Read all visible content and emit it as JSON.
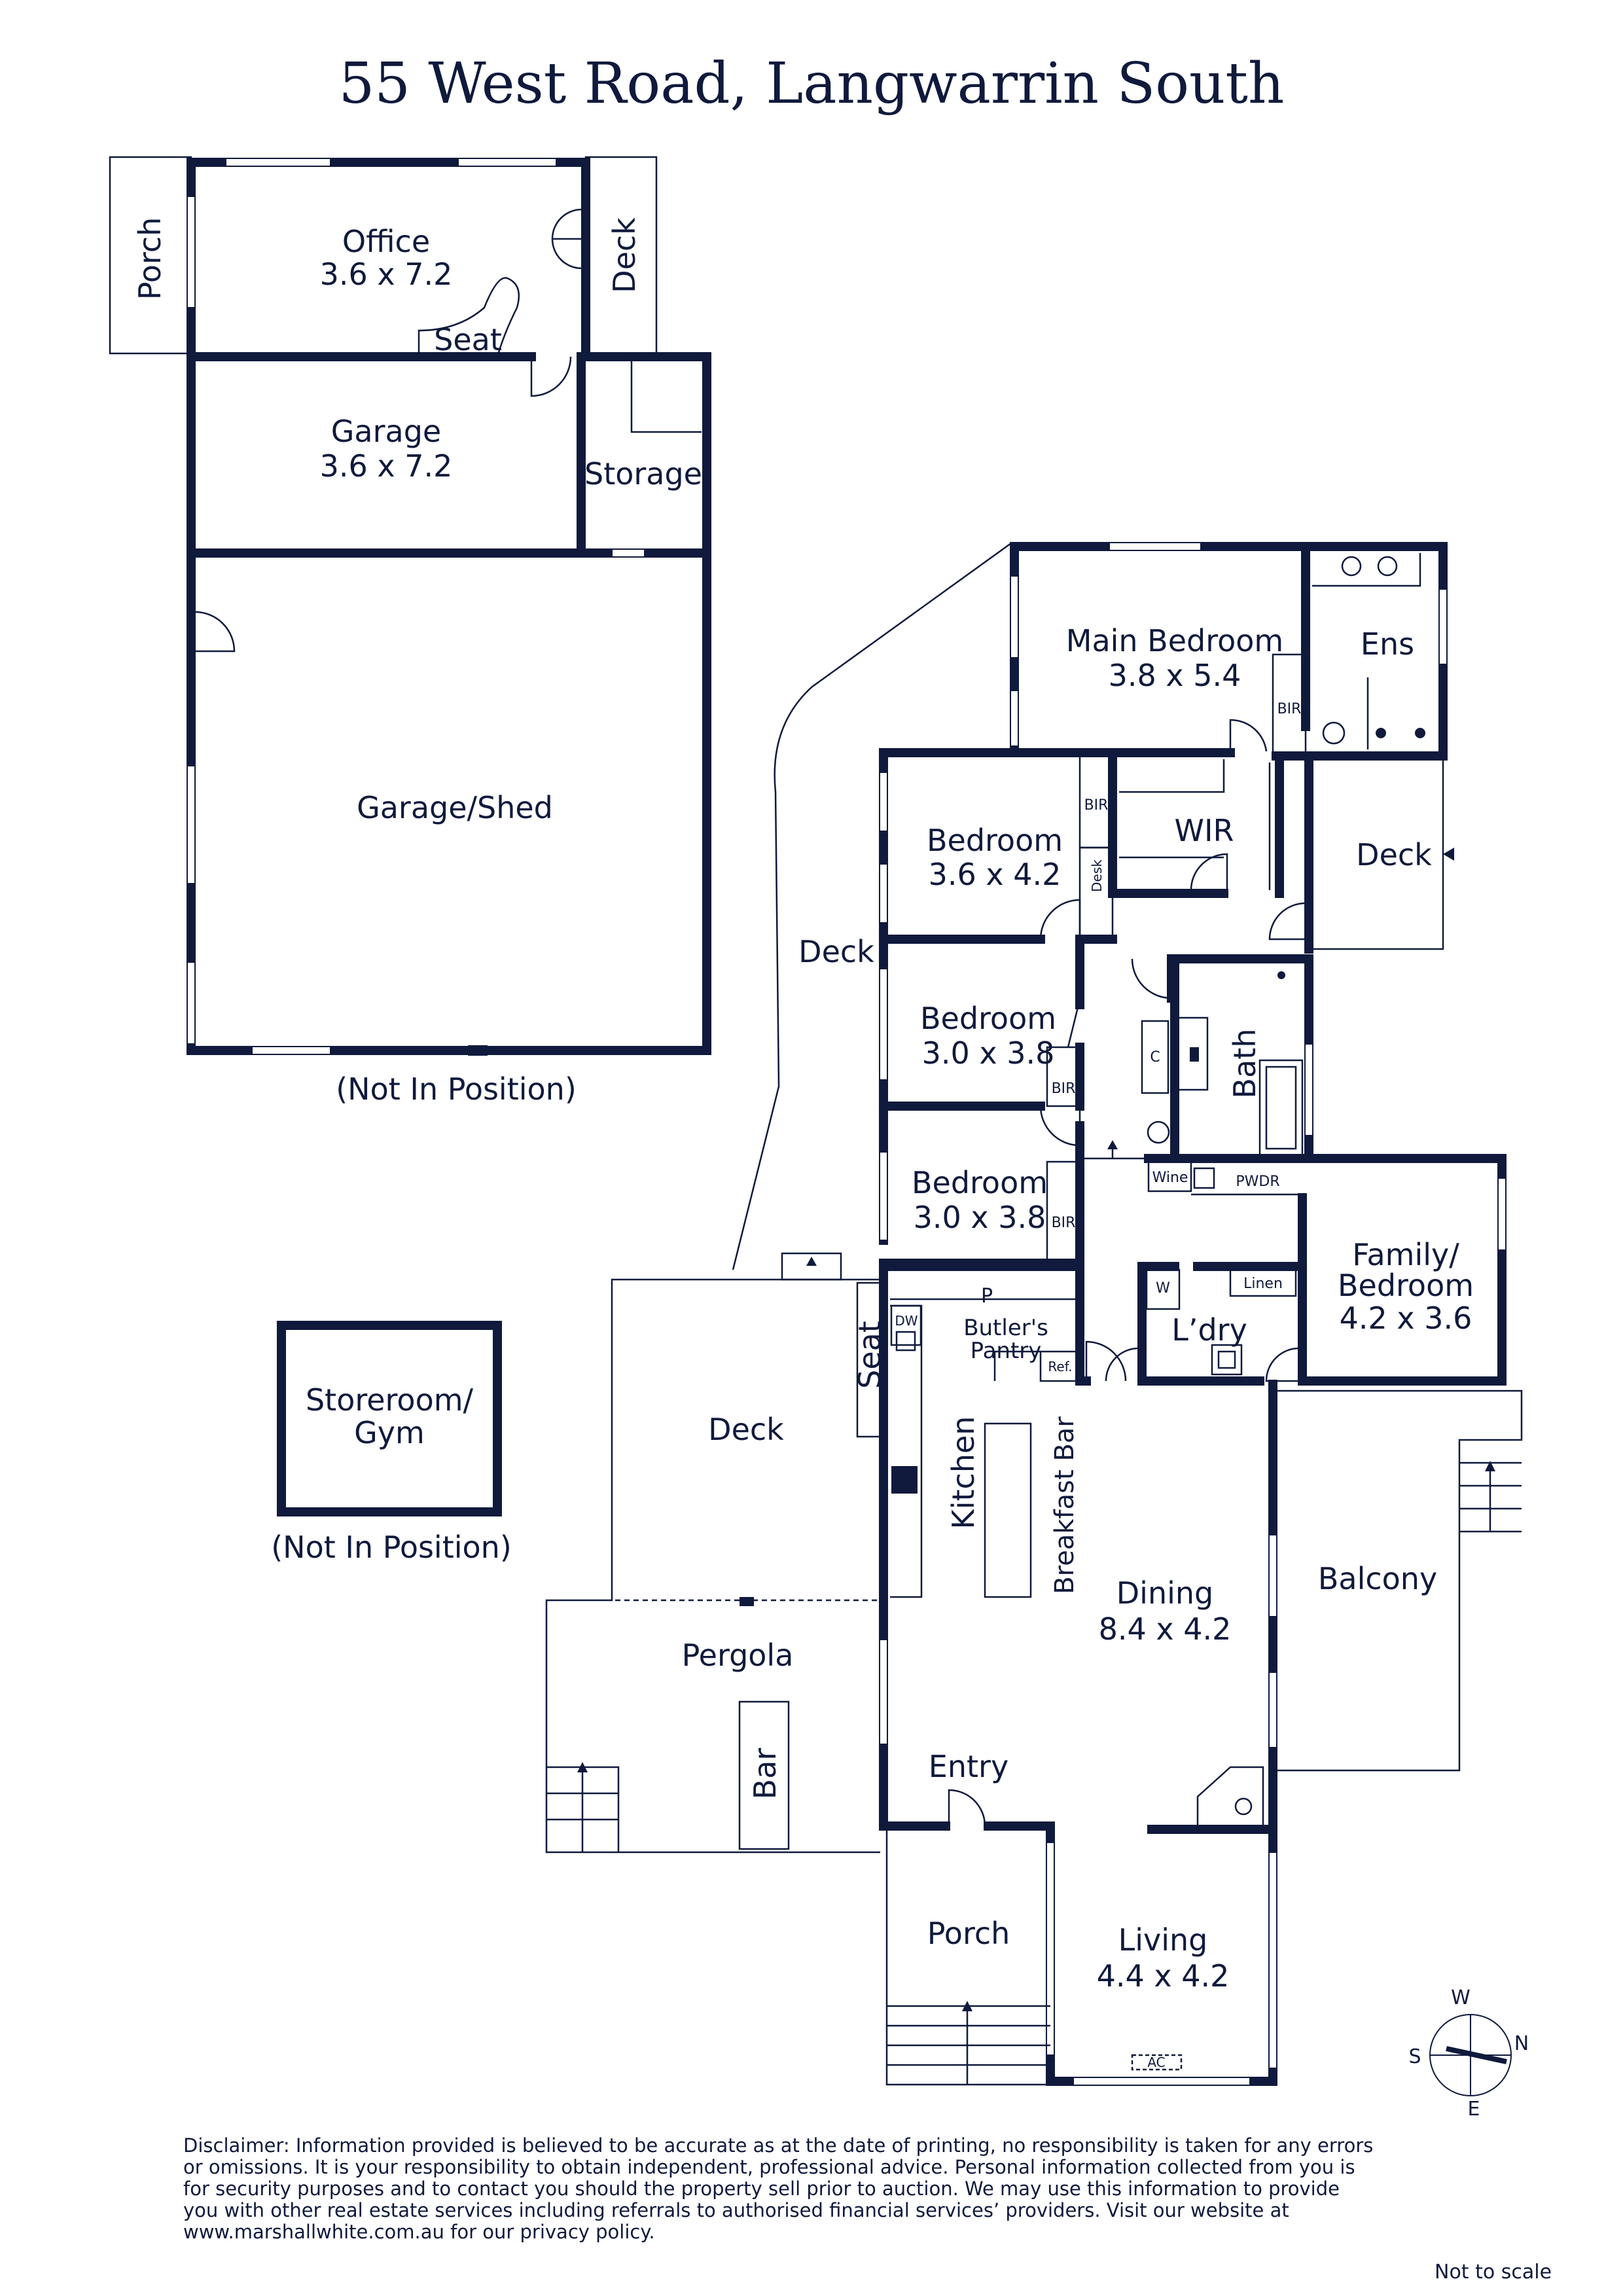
{
  "title": "55 West Road, Langwarrin South",
  "rooms": {
    "porch_top": "Porch",
    "office_name": "Office",
    "office_size": "3.6 x 7.2",
    "deck_top": "Deck",
    "seat_office": "Seat",
    "garage_name": "Garage",
    "garage_size": "3.6 x 7.2",
    "storage": "Storage",
    "garage_shed": "Garage/Shed",
    "not_in_position_1": "(Not In Position)",
    "main_bedroom_name": "Main Bedroom",
    "main_bedroom_size": "3.8 x 5.4",
    "ens": "Ens",
    "bir_main": "BIR",
    "bedroom1_name": "Bedroom",
    "bedroom1_size": "3.6 x 4.2",
    "bir_b1": "BIR",
    "desk": "Desk",
    "wir": "WIR",
    "deck_right": "Deck",
    "deck_side": "Deck",
    "bedroom2_name": "Bedroom",
    "bedroom2_size": "3.0 x 3.8",
    "bir_b2": "BIR",
    "bath": "Bath",
    "c": "C",
    "bedroom3_name": "Bedroom",
    "bedroom3_size": "3.0 x 3.8",
    "bir_b3": "BIR",
    "wine": "Wine",
    "pwdr": "PWDR",
    "family_name_1": "Family/",
    "family_name_2": "Bedroom",
    "family_size": "4.2 x 3.6",
    "p": "P",
    "butlers_1": "Butler's",
    "butlers_2": "Pantry",
    "dw": "DW",
    "ref": "Ref.",
    "w": "W",
    "linen": "Linen",
    "laundry": "L’dry",
    "seat_deck": "Seat",
    "deck_main": "Deck",
    "storeroom_1": "Storeroom/",
    "storeroom_2": "Gym",
    "not_in_position_2": "(Not In Position)",
    "kitchen": "Kitchen",
    "breakfast_bar": "Breakfast Bar",
    "dining_name": "Dining",
    "dining_size": "8.4 x 4.2",
    "balcony": "Balcony",
    "pergola": "Pergola",
    "bar": "Bar",
    "entry": "Entry",
    "porch_bottom": "Porch",
    "living_name": "Living",
    "living_size": "4.4 x 4.2",
    "ac": "AC"
  },
  "compass": {
    "w": "W",
    "s": "S",
    "n": "N",
    "e": "E"
  },
  "disclaimer": "Disclaimer: Information provided is believed to be accurate as at the date of printing, no responsibility is taken for any errors or omissions. It is your responsibility to obtain independent, professional advice. Personal information collected from you is for security purposes and to contact you should the property sell prior to auction. We may use this information to provide you with other real estate services including referrals to authorised financial services’ providers. Visit our website at www.marshallwhite.com.au for our privacy policy.",
  "not_to_scale": "Not to scale",
  "colors": {
    "ink": "#0f1a3c",
    "background": "#ffffff"
  }
}
